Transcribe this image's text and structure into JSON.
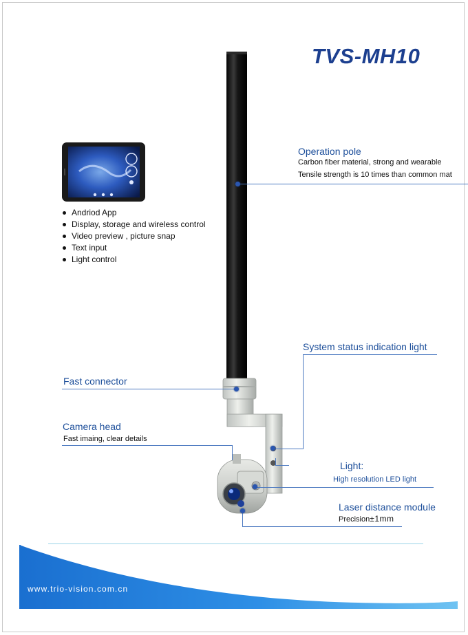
{
  "product": {
    "title": "TVS-MH10"
  },
  "app_features": [
    "Andriod App",
    "Display, storage and wireless control",
    "Video preview , picture snap",
    "Text input",
    "Light control"
  ],
  "callouts": {
    "operation_pole": {
      "heading": "Operation pole",
      "line1": "Carbon fiber material, strong and wearable",
      "line2": "Tensile strength is 10 times than common mat"
    },
    "status_light": {
      "heading": "System status indication light"
    },
    "fast_connector": {
      "heading": "Fast connector"
    },
    "camera_head": {
      "heading": "Camera head",
      "desc": "Fast imaing, clear details"
    },
    "light": {
      "heading": "Light:",
      "desc": "High resolution LED light"
    },
    "laser": {
      "heading": "Laser distance module",
      "desc_prefix": "Precision",
      "desc_value": "±1mm"
    }
  },
  "footer": {
    "url": "www.trio-vision.com.cn"
  },
  "colors": {
    "heading_blue": "#1c4e9a",
    "title_blue": "#1c3f8f",
    "footer_blue": "#1f7ad6"
  }
}
